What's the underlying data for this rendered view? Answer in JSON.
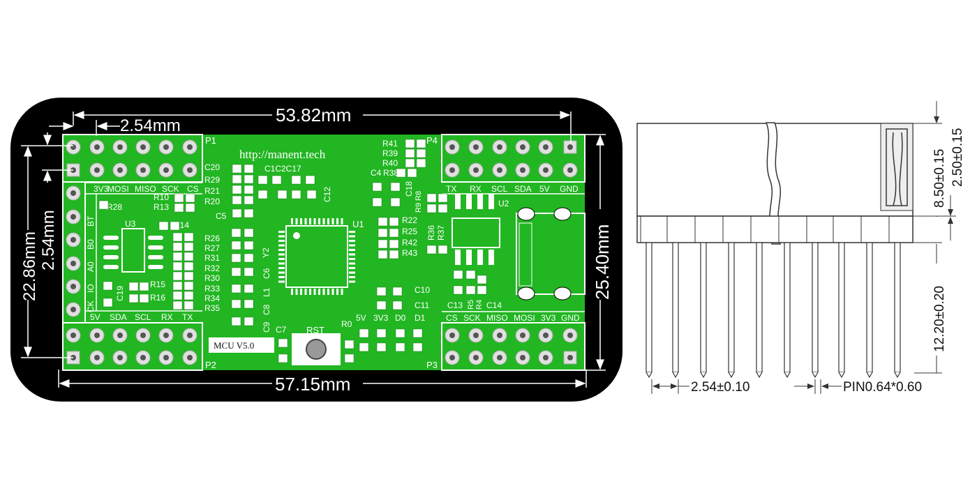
{
  "board": {
    "url": "http://manent.tech",
    "version": "MCU V5.0",
    "headers": {
      "p1": "P1",
      "p2": "P2",
      "p3": "P3",
      "p4": "P4"
    },
    "p4_pins": [
      "TX",
      "RX",
      "SCL",
      "SDA",
      "5V",
      "GND"
    ],
    "p3_pins": [
      "CS",
      "SCK",
      "MISO",
      "MOSI",
      "3V3",
      "GND"
    ],
    "top_left_pins": [
      "3V3",
      "MOSI",
      "MISO",
      "SCK",
      "CS"
    ],
    "left_pins": [
      "BT",
      "B0",
      "A0",
      "IO",
      "CK"
    ],
    "bottom_left_pins": [
      "5V",
      "SDA",
      "SCL",
      "RX",
      "TX"
    ],
    "power_pins": [
      "5V",
      "3V3",
      "D0",
      "D1"
    ],
    "components": {
      "u1": "U1",
      "u2": "U2",
      "u3": "U3",
      "y2": "Y2",
      "l1": "L1",
      "rst": "RST",
      "r0": "R0",
      "c20": "C20",
      "c5": "C5",
      "c6": "C6",
      "c7": "C7",
      "c8": "C8",
      "c9": "C9",
      "c10": "C10",
      "c11": "C11",
      "c12": "C12",
      "c13": "C13",
      "c14": "C14",
      "c18": "C18",
      "c19": "C19",
      "c1c2c17": "C1C2C17",
      "c4": "C4",
      "r28": "R28",
      "r14": "R14",
      "r10": "R10",
      "r13": "R13",
      "r15": "R15",
      "r16": "R16",
      "r29": "R29",
      "r21": "R21",
      "r20": "R20",
      "r26": "R26",
      "r27": "R27",
      "r31": "R31",
      "r32": "R32",
      "r30": "R30",
      "r33": "R33",
      "r34": "R34",
      "r35": "R35",
      "r41": "R41",
      "r39": "R39",
      "r40": "R40",
      "r38": "R38",
      "r22": "R22",
      "r25": "R25",
      "r42": "R42",
      "r43": "R43",
      "r36": "R36",
      "r37": "R37",
      "r8": "R8",
      "r9": "R9",
      "r4": "R4",
      "r5": "R5"
    }
  },
  "dimensions": {
    "length": "53.82mm",
    "pitch": "2.54mm",
    "total_width": "57.15mm",
    "height_outer": "22.86mm",
    "pitch_vertical": "2.54mm",
    "board_height": "25.40mm"
  },
  "side_view": {
    "top_height": "8.50±0.15",
    "inner_height": "2.50±0.15",
    "pin_length": "12.20±0.20",
    "pin_pitch": "2.54±0.10",
    "pin_size": "PIN0.64*0.60"
  },
  "colors": {
    "frame": "#000000",
    "pcb": "#22b622",
    "silk": "#ffffff",
    "pad": "#e8e8e8"
  }
}
